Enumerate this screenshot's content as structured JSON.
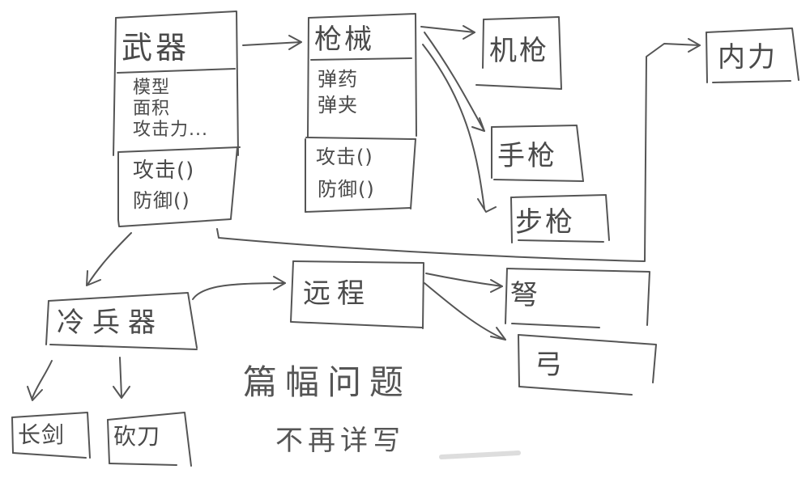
{
  "weapon": {
    "title": "武器",
    "props": [
      "模型",
      "面积",
      "攻击力..."
    ],
    "methods": [
      "攻击()",
      "防御()"
    ]
  },
  "gun": {
    "title": "枪械",
    "props": [
      "弹药",
      "弹夹"
    ],
    "methods": [
      "攻击()",
      "防御()"
    ]
  },
  "machine_gun": "机枪",
  "pistol": "手枪",
  "rifle": "步枪",
  "internal_force": "内力",
  "cold_weapon": "冷兵器",
  "ranged": "远程",
  "crossbow": "弩",
  "bow": "弓",
  "long_sword": "长剑",
  "machete": "砍刀",
  "note": {
    "line1": "篇幅问题",
    "line2": "不再详写"
  },
  "colors": {
    "ink": "#4a4a4a",
    "paper": "#ffffff"
  }
}
